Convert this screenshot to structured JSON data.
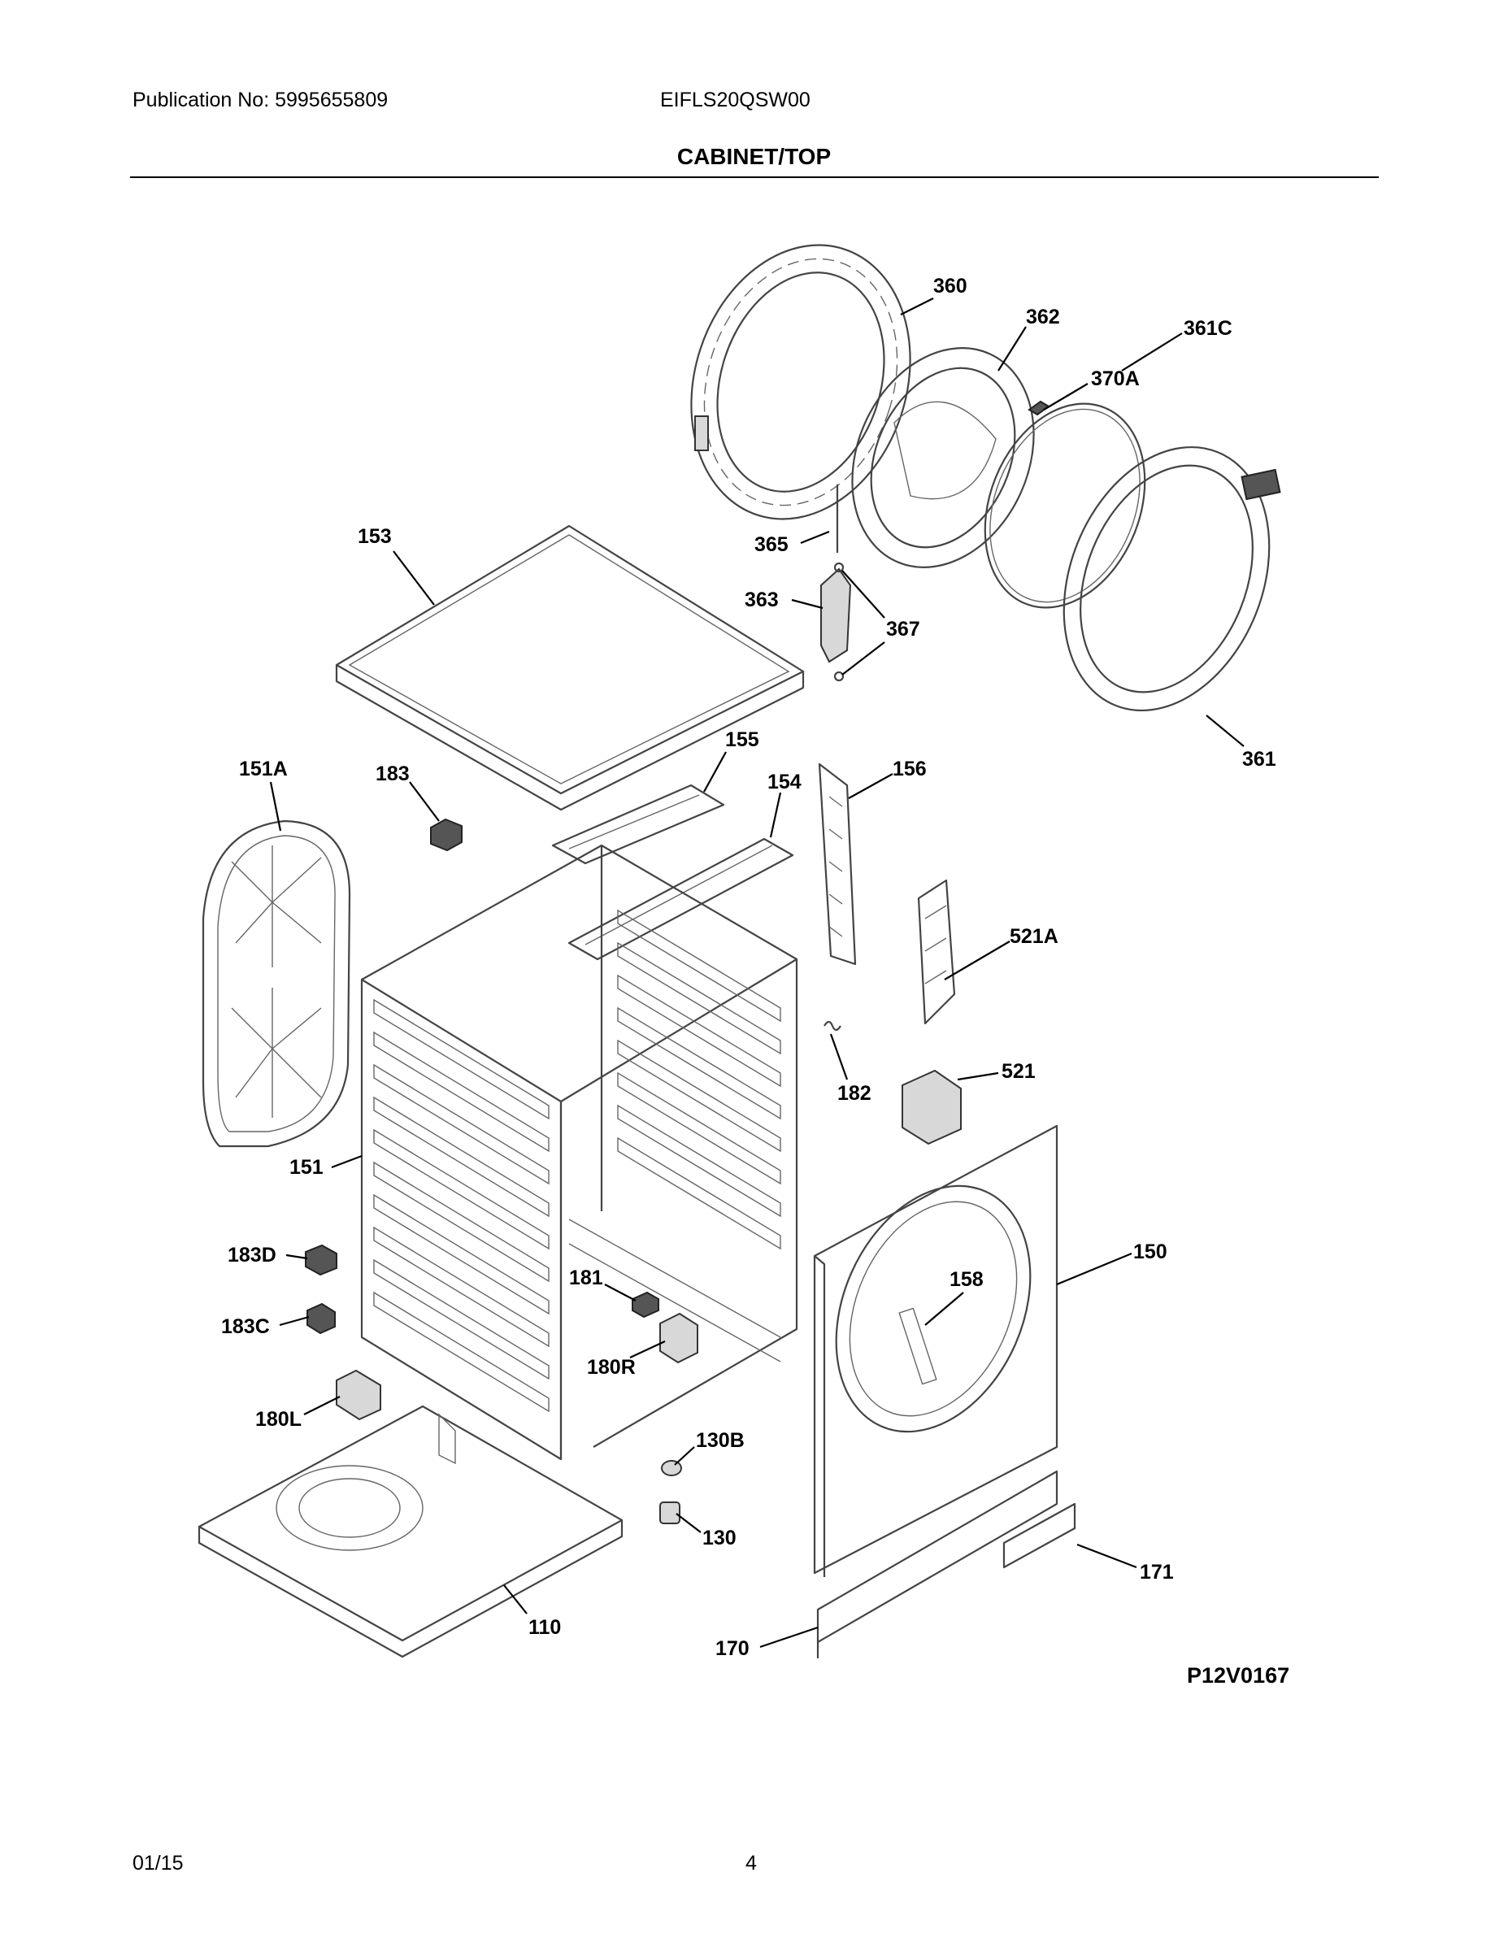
{
  "header": {
    "publication": "Publication No: 5995655809",
    "model": "EIFLS20QSW00",
    "section_title": "CABINET/TOP"
  },
  "diagram": {
    "reference_code": "P12V0167",
    "callouts": {
      "p360": "360",
      "p362": "362",
      "p370A": "370A",
      "p361C": "361C",
      "p365": "365",
      "p363": "363",
      "p367": "367",
      "p361": "361",
      "p153": "153",
      "p155": "155",
      "p154": "154",
      "p156": "156",
      "p151A": "151A",
      "p183": "183",
      "p521A": "521A",
      "p182": "182",
      "p521": "521",
      "p151": "151",
      "p150": "150",
      "p158": "158",
      "p183D": "183D",
      "p181": "181",
      "p183C": "183C",
      "p180R": "180R",
      "p180L": "180L",
      "p130B": "130B",
      "p130": "130",
      "p171": "171",
      "p110": "110",
      "p170": "170"
    }
  },
  "footer": {
    "date": "01/15",
    "page": "4"
  }
}
